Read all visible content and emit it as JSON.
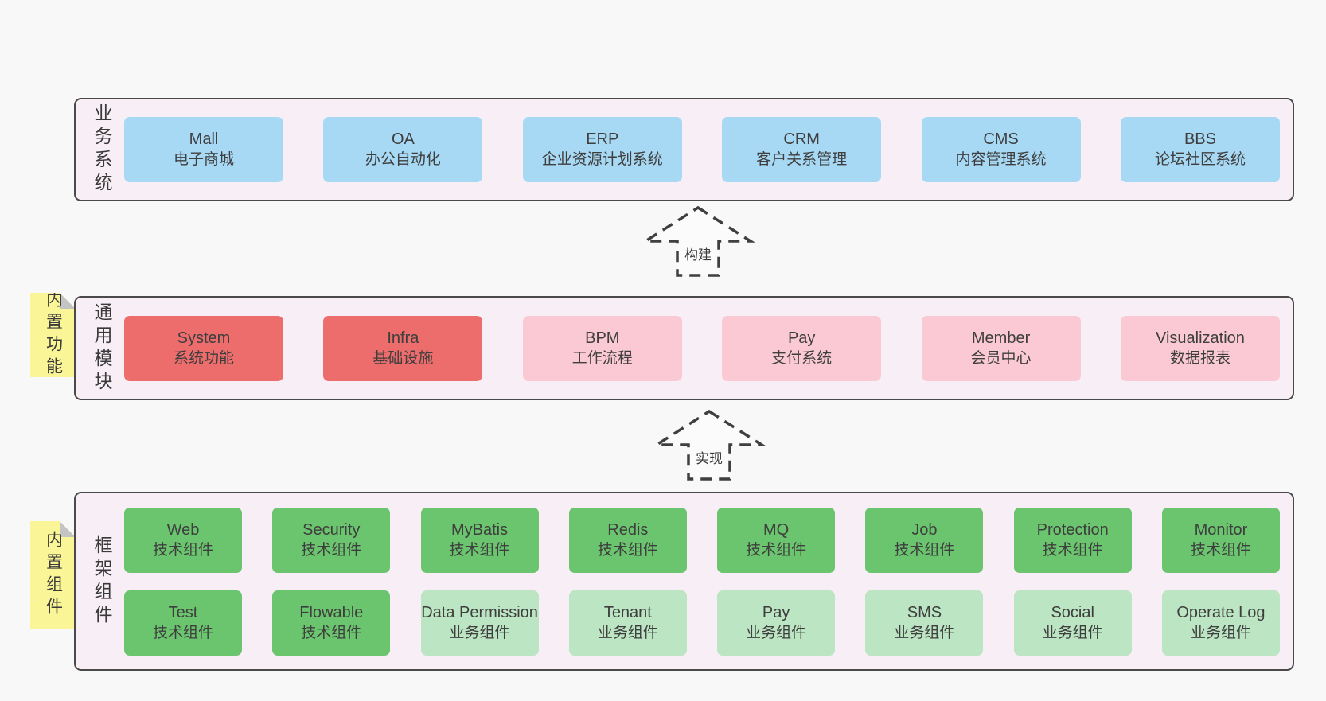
{
  "colors": {
    "page_bg": "#F8F8F8",
    "panel_bg": "#F8EEF6",
    "panel_border": "#4A4A4A",
    "blue": "#A8D9F4",
    "red": "#ED6C6C",
    "pink": "#FAC9D3",
    "green": "#6BC56E",
    "lightgreen": "#BCE5C3",
    "tag_yellow": "#FAF596",
    "tag_fold": "#C4C4C4",
    "text": "#3E3E3E",
    "arrow": "#3F3F3F"
  },
  "layers": [
    {
      "side_label": "业务系统",
      "rows": [
        [
          {
            "title": "Mall",
            "subtitle": "电子商城",
            "variant": "blue"
          },
          {
            "title": "OA",
            "subtitle": "办公自动化",
            "variant": "blue"
          },
          {
            "title": "ERP",
            "subtitle": "企业资源计划系统",
            "variant": "blue"
          },
          {
            "title": "CRM",
            "subtitle": "客户关系管理",
            "variant": "blue"
          },
          {
            "title": "CMS",
            "subtitle": "内容管理系统",
            "variant": "blue"
          },
          {
            "title": "BBS",
            "subtitle": "论坛社区系统",
            "variant": "blue"
          }
        ]
      ]
    },
    {
      "side_label": "通用模块",
      "tag": "内置功能",
      "rows": [
        [
          {
            "title": "System",
            "subtitle": "系统功能",
            "variant": "red"
          },
          {
            "title": "Infra",
            "subtitle": "基础设施",
            "variant": "red"
          },
          {
            "title": "BPM",
            "subtitle": "工作流程",
            "variant": "pink"
          },
          {
            "title": "Pay",
            "subtitle": "支付系统",
            "variant": "pink"
          },
          {
            "title": "Member",
            "subtitle": "会员中心",
            "variant": "pink"
          },
          {
            "title": "Visualization",
            "subtitle": "数据报表",
            "variant": "pink"
          }
        ]
      ]
    },
    {
      "side_label": "框架组件",
      "tag": "内置组件",
      "rows": [
        [
          {
            "title": "Web",
            "subtitle": "技术组件",
            "variant": "green"
          },
          {
            "title": "Security",
            "subtitle": "技术组件",
            "variant": "green"
          },
          {
            "title": "MyBatis",
            "subtitle": "技术组件",
            "variant": "green"
          },
          {
            "title": "Redis",
            "subtitle": "技术组件",
            "variant": "green"
          },
          {
            "title": "MQ",
            "subtitle": "技术组件",
            "variant": "green"
          },
          {
            "title": "Job",
            "subtitle": "技术组件",
            "variant": "green"
          },
          {
            "title": "Protection",
            "subtitle": "技术组件",
            "variant": "green"
          },
          {
            "title": "Monitor",
            "subtitle": "技术组件",
            "variant": "green"
          }
        ],
        [
          {
            "title": "Test",
            "subtitle": "技术组件",
            "variant": "green"
          },
          {
            "title": "Flowable",
            "subtitle": "技术组件",
            "variant": "green"
          },
          {
            "title": "Data Permission",
            "subtitle": "业务组件",
            "variant": "lightgreen"
          },
          {
            "title": "Tenant",
            "subtitle": "业务组件",
            "variant": "lightgreen"
          },
          {
            "title": "Pay",
            "subtitle": "业务组件",
            "variant": "lightgreen"
          },
          {
            "title": "SMS",
            "subtitle": "业务组件",
            "variant": "lightgreen"
          },
          {
            "title": "Social",
            "subtitle": "业务组件",
            "variant": "lightgreen"
          },
          {
            "title": "Operate Log",
            "subtitle": "业务组件",
            "variant": "lightgreen"
          }
        ]
      ]
    }
  ],
  "arrows": [
    {
      "label": "构建"
    },
    {
      "label": "实现"
    }
  ]
}
